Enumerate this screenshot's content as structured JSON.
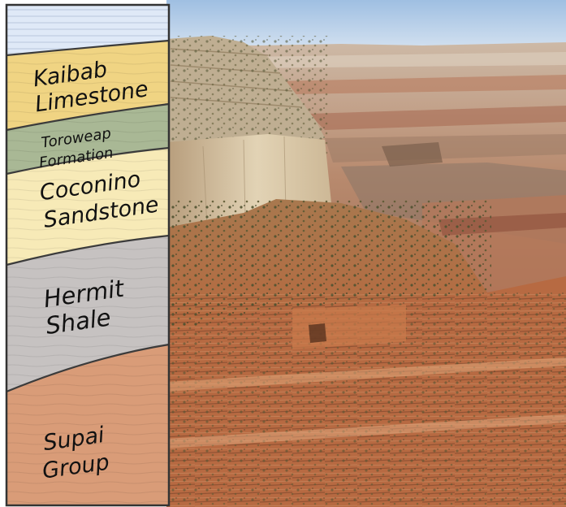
{
  "column": {
    "layers": [
      {
        "id": "kaibab",
        "name": "Kaibab Limestone",
        "lines": [
          "Kaibab",
          "Limestone"
        ],
        "color": "#f0d483"
      },
      {
        "id": "toroweap",
        "name": "Toroweap Formation",
        "lines": [
          "Toroweap",
          "Formation"
        ],
        "color": "#a9b895"
      },
      {
        "id": "coconino",
        "name": "Coconino Sandstone",
        "lines": [
          "Coconino",
          "Sandstone"
        ],
        "color": "#f7eab7"
      },
      {
        "id": "hermit",
        "name": "Hermit Shale",
        "lines": [
          "Hermit",
          "Shale"
        ],
        "color": "#c6c2c1"
      },
      {
        "id": "supai",
        "name": "Supai Group",
        "lines": [
          "Supai",
          "Group"
        ],
        "color": "#d99c78"
      }
    ],
    "sky_color": "#dfe9f7"
  },
  "photo": {
    "subject": "canyon-cliff-photo",
    "colors": {
      "sky": "#b9d2ea",
      "rim": "#c9bba5",
      "cliff_light": "#d8c8aa",
      "cliff_shadow": "#9e8463",
      "slope_red": "#b8704a",
      "slope_dark": "#8a5436",
      "vegetation": "#5b5a33"
    }
  }
}
